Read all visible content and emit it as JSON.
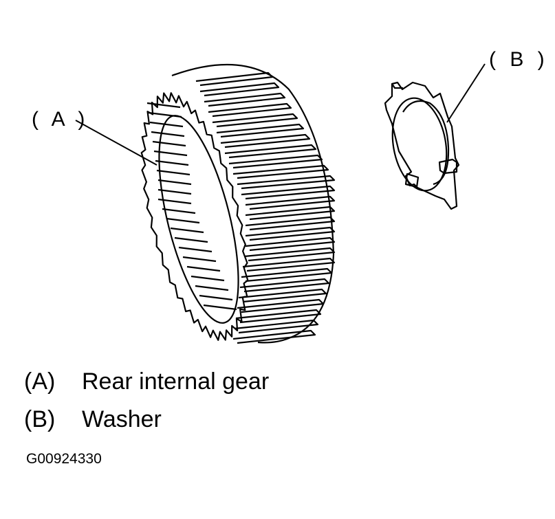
{
  "callouts": {
    "a": "( A )",
    "b": "( B )"
  },
  "legend": [
    {
      "key": "(A)",
      "label": "Rear internal gear"
    },
    {
      "key": "(B)",
      "label": "Washer"
    }
  ],
  "figure_id": "G00924330"
}
